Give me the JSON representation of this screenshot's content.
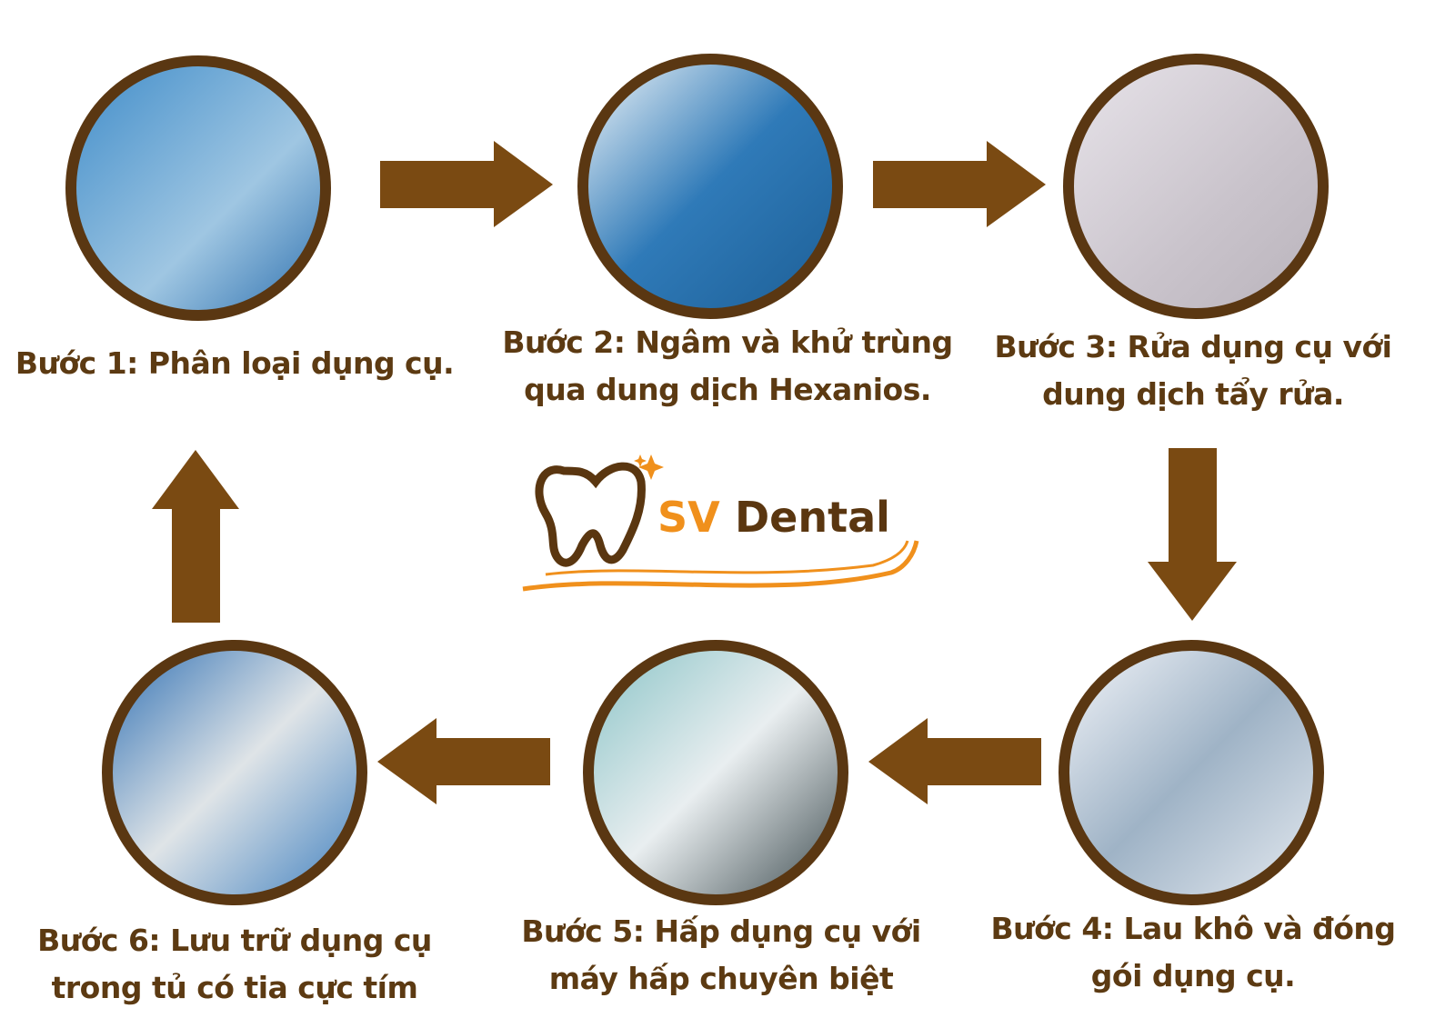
{
  "colors": {
    "arrow": "#7a4a12",
    "ring": "#5a3712",
    "text": "#5c3a12",
    "logo_orange": "#f0901c",
    "logo_brown": "#5a3610"
  },
  "logo": {
    "brand_orange": "SV",
    "brand_brown": "Dental",
    "icon": "tooth-logo-icon"
  },
  "steps": [
    {
      "lines": [
        "Bước 1: Phân loại dụng cụ."
      ],
      "image": "dental-instruments-photo"
    },
    {
      "lines": [
        "Bước 2: Ngâm và khử trùng",
        "qua dung dịch Hexanios."
      ],
      "image": "disinfectant-bottles-photo"
    },
    {
      "lines": [
        "Bước 3: Rửa dụng cụ với",
        "dung dịch tẩy rửa."
      ],
      "image": "washing-instruments-photo"
    },
    {
      "lines": [
        "Bước 4: Lau khô và đóng",
        "gói dụng cụ."
      ],
      "image": "packing-instruments-photo"
    },
    {
      "lines": [
        "Bước 5: Hấp dụng cụ với",
        "máy hấp chuyên biệt"
      ],
      "image": "autoclave-photo"
    },
    {
      "lines": [
        "Bước 6: Lưu trữ  dụng cụ",
        "trong tủ có tia cực tím"
      ],
      "image": "uv-cabinet-photo"
    }
  ]
}
